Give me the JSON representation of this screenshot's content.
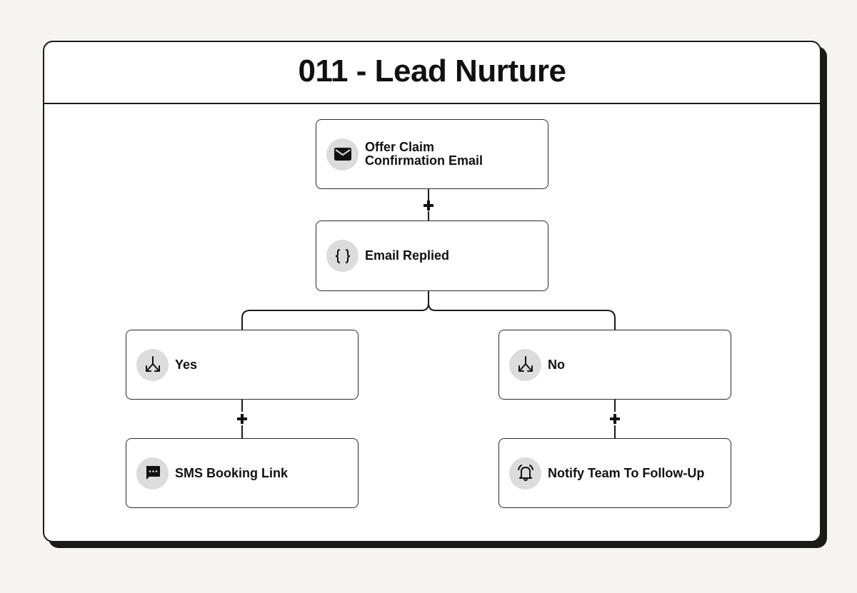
{
  "title": "011 - Lead Nurture",
  "nodes": {
    "offer_email": {
      "label": "Offer Claim\nConfirmation Email",
      "icon": "envelope-icon"
    },
    "email_replied": {
      "label": "Email Replied",
      "icon": "curly-braces-icon"
    },
    "yes": {
      "label": "Yes",
      "icon": "branch-split-icon"
    },
    "no": {
      "label": "No",
      "icon": "branch-split-icon"
    },
    "sms": {
      "label": "SMS Booking Link",
      "icon": "chat-message-icon"
    },
    "notify": {
      "label": "Notify Team To Follow-Up",
      "icon": "bell-ringing-icon"
    }
  },
  "colors": {
    "background": "#f5f4f1",
    "card": "#ffffff",
    "border": "#1a1a1a",
    "icon_bg": "#dcdcdc"
  }
}
